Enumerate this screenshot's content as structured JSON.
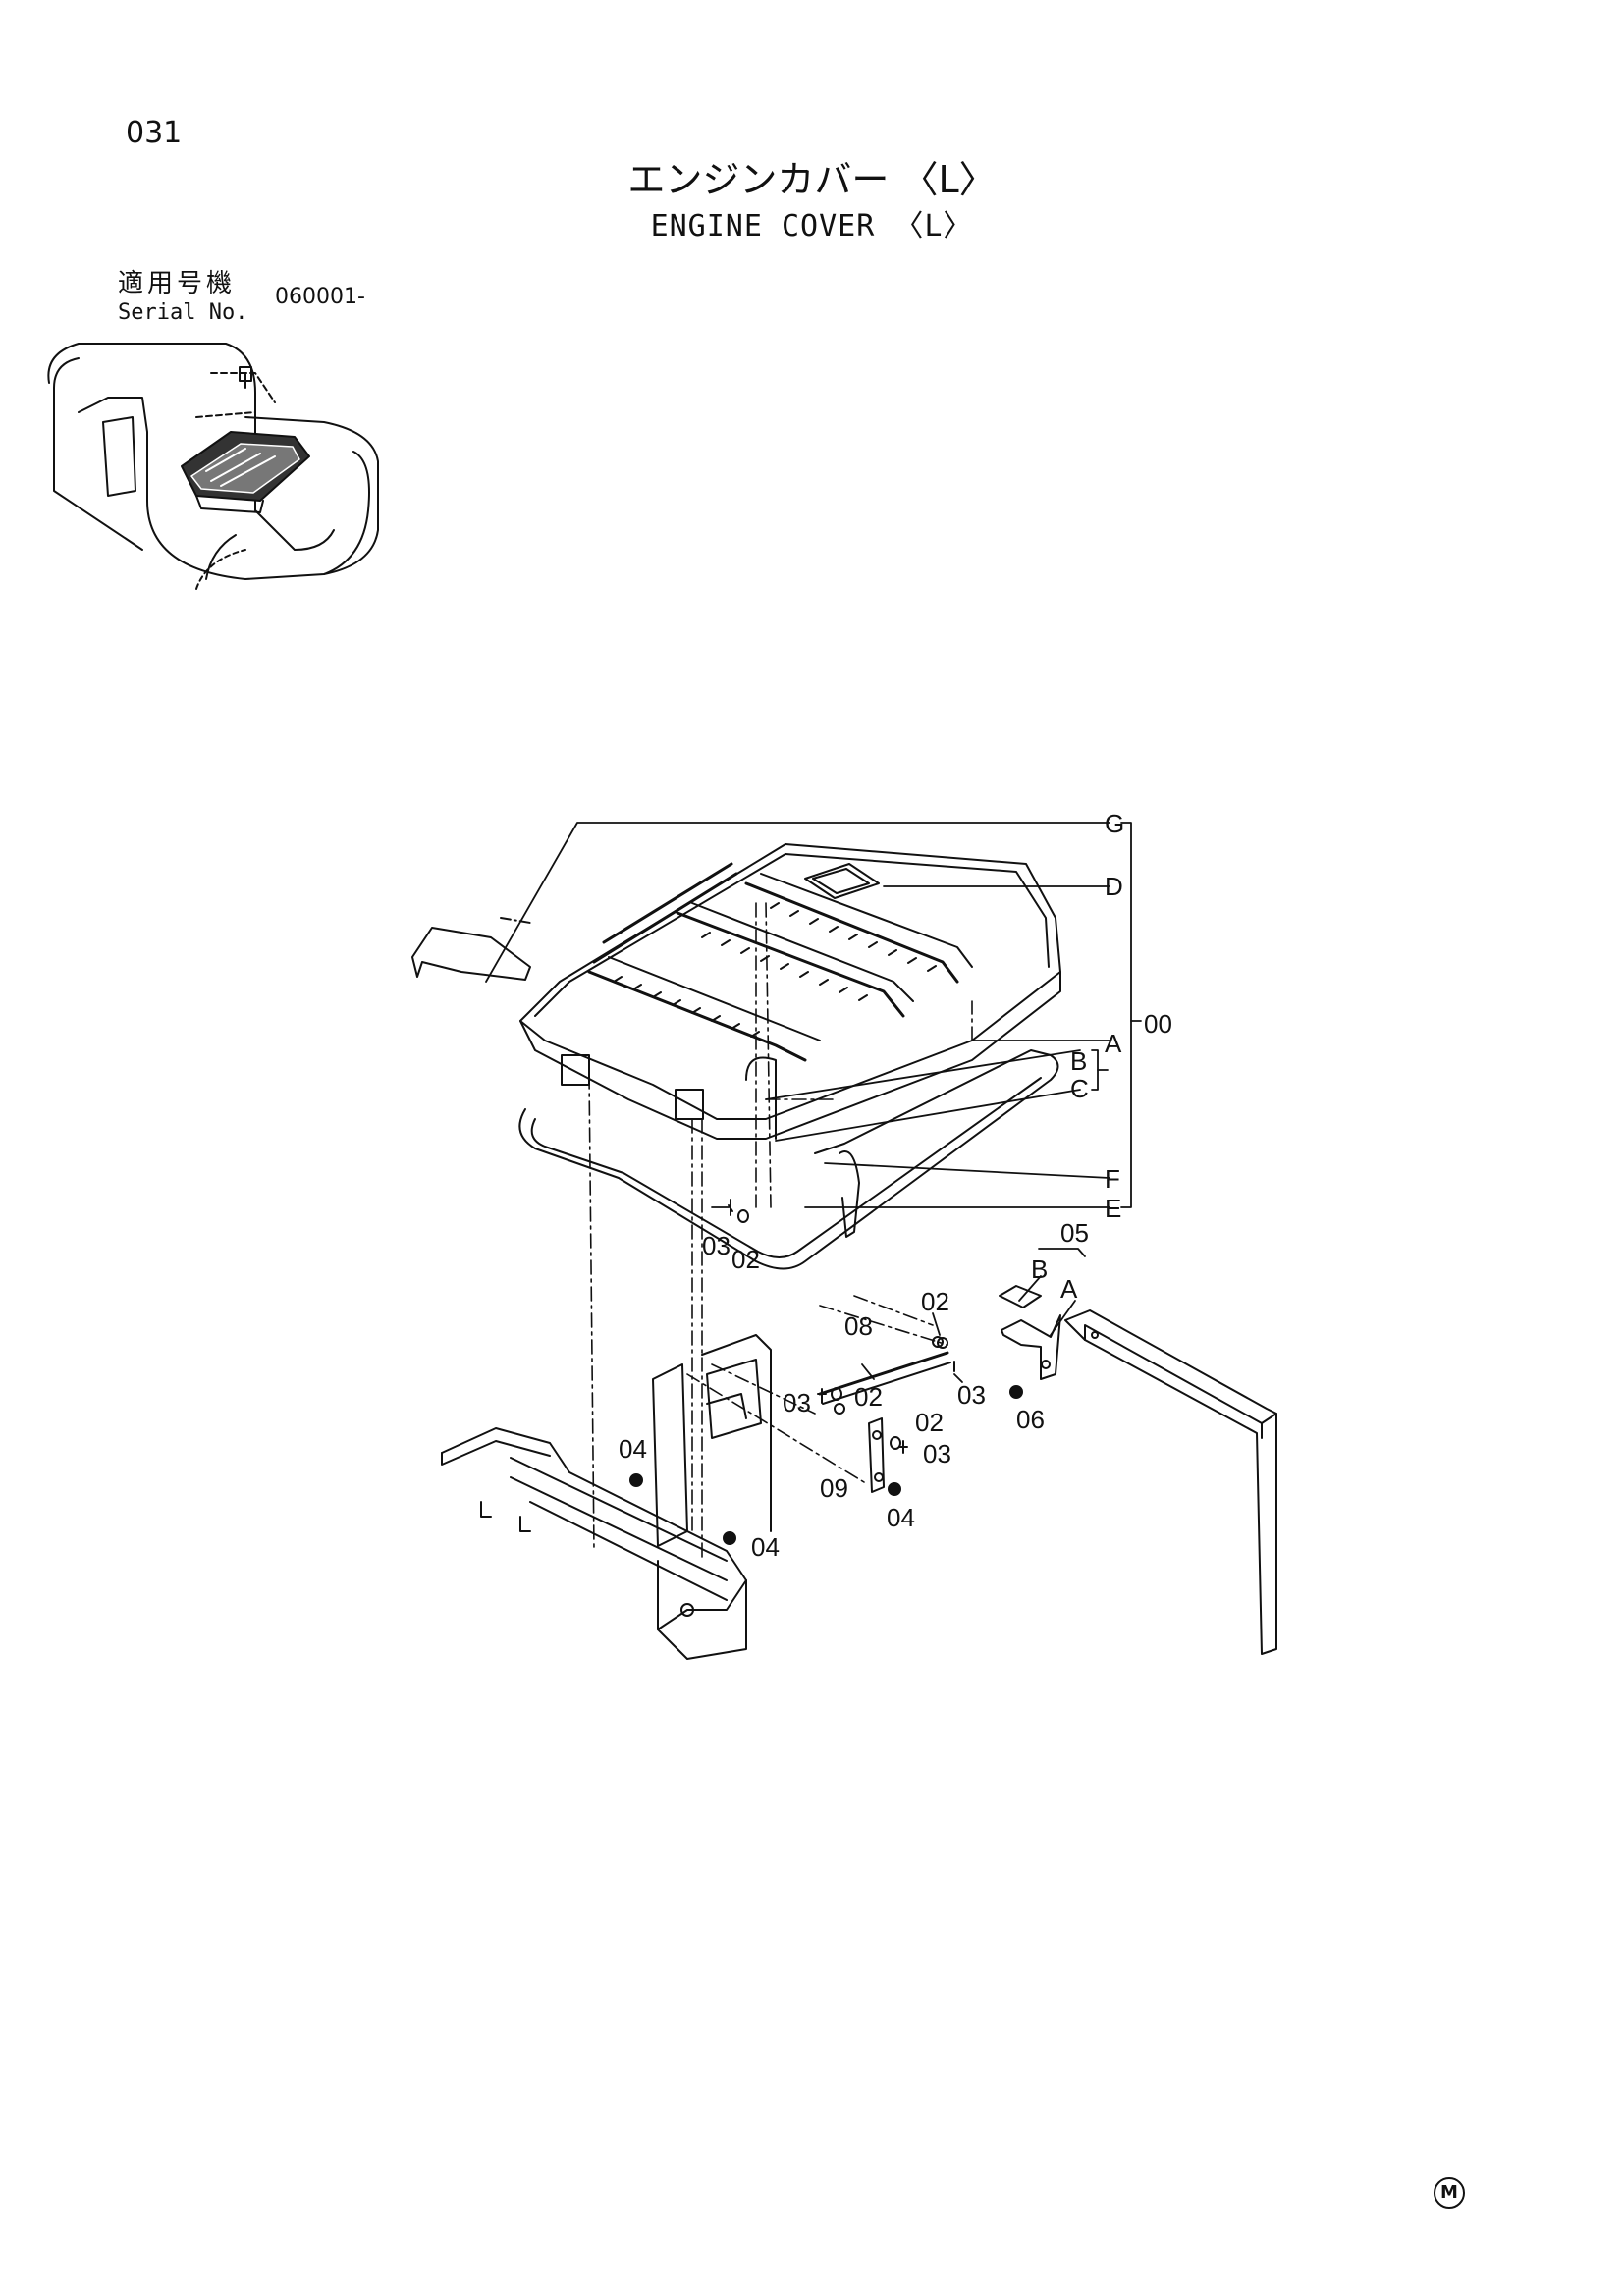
{
  "header": {
    "page_number": "031",
    "title_jp": "エンジンカバー 〈L〉",
    "title_en": "ENGINE COVER 〈L〉"
  },
  "serial": {
    "label_jp": "適用号機",
    "label_en": "Serial No.",
    "value": "060001-"
  },
  "callouts": {
    "G": "G",
    "D": "D",
    "A": "A",
    "B": "B",
    "C": "C",
    "F": "F",
    "E": "E",
    "assembly": "00",
    "kit": "05",
    "kit_B": "B",
    "kit_A": "A",
    "p02a": "02",
    "p03a": "03",
    "p02b": "02",
    "p08": "08",
    "p03b": "03",
    "p03c": "03",
    "p02c": "02",
    "p02d": "02",
    "p03d": "03",
    "p09": "09",
    "p04a": "04",
    "p06": "06",
    "p04b": "04",
    "p04c": "04"
  },
  "footer": {
    "mark": "M"
  },
  "colors": {
    "line": "#111111",
    "background": "#ffffff"
  }
}
